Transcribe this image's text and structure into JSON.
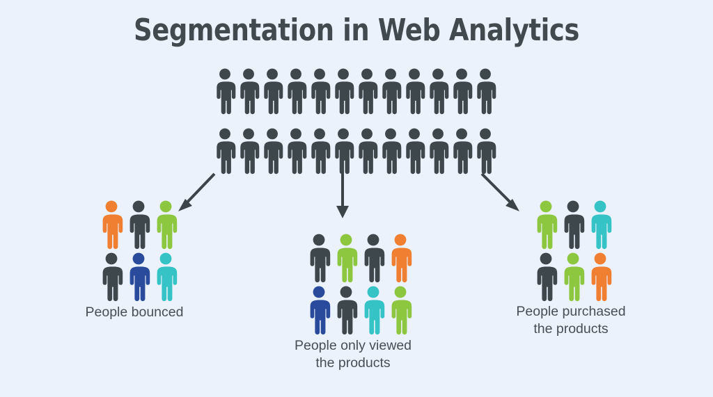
{
  "title": "Segmentation in Web Analytics",
  "background_color": "#ebf2fc",
  "palette": {
    "dark": "#3e484c",
    "orange": "#f07f32",
    "green": "#8dc63f",
    "blue": "#2a4b9b",
    "cyan": "#35c3c6",
    "text": "#454f54",
    "title": "#414b4f",
    "arrow": "#3a4449"
  },
  "pool": {
    "label": "all-visitors",
    "total": 24,
    "rows": 2,
    "columns": 12,
    "colors": [
      "dark",
      "dark",
      "dark",
      "dark",
      "dark",
      "dark",
      "dark",
      "dark",
      "dark",
      "dark",
      "dark",
      "dark",
      "dark",
      "dark",
      "dark",
      "dark",
      "dark",
      "dark",
      "dark",
      "dark",
      "dark",
      "dark",
      "dark",
      "dark"
    ]
  },
  "segments": [
    {
      "id": "bounced",
      "caption": "People bounced",
      "count": 6,
      "columns": 3,
      "rows": 2,
      "colors": [
        "orange",
        "dark",
        "green",
        "dark",
        "blue",
        "cyan"
      ]
    },
    {
      "id": "viewed",
      "caption": "People only viewed\nthe products",
      "count": 8,
      "columns": 4,
      "rows": 2,
      "colors": [
        "dark",
        "green",
        "dark",
        "orange",
        "blue",
        "dark",
        "cyan",
        "green"
      ]
    },
    {
      "id": "purchased",
      "caption": "People purchased\nthe products",
      "count": 6,
      "columns": 3,
      "rows": 2,
      "colors": [
        "green",
        "dark",
        "cyan",
        "dark",
        "green",
        "orange"
      ]
    }
  ],
  "arrows": [
    {
      "id": "arrow-left",
      "direction": "down-left",
      "from": "pool",
      "to": "bounced"
    },
    {
      "id": "arrow-mid",
      "direction": "down",
      "from": "pool",
      "to": "viewed"
    },
    {
      "id": "arrow-right",
      "direction": "down-right",
      "from": "pool",
      "to": "purchased"
    }
  ]
}
